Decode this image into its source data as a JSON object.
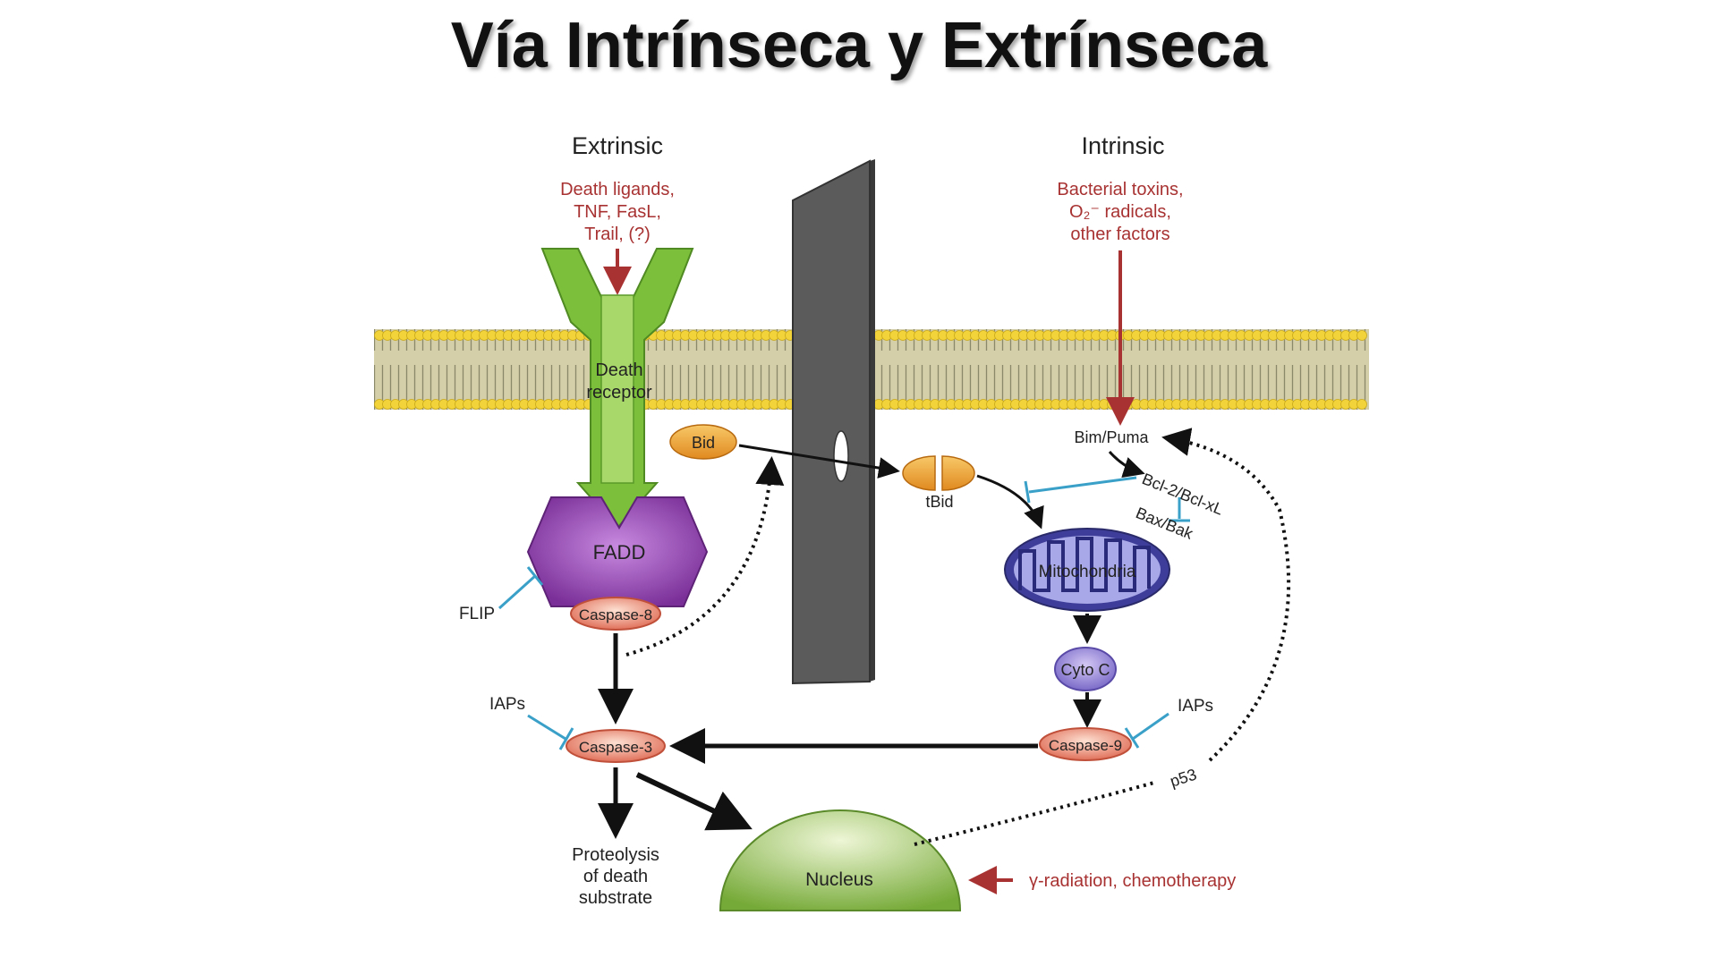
{
  "title": "Vía Intrínseca y Extrínseca",
  "colors": {
    "receptor_green": "#7cbf3a",
    "fadd_purple": "#8a3fa6",
    "caspase_orange": "#e8826a",
    "bid_orange": "#f0a030",
    "mito_blue": "#4a4aa8",
    "cytoc_purple": "#8a7ad0",
    "inhibitor_blue": "#3aa0c8",
    "stimulus_red": "#a83232",
    "membrane_yellow": "#f2d43a",
    "nucleus_green": "#8cbf4a",
    "barrier_gray": "#5a5a5a"
  },
  "diagram": {
    "extrinsic_heading": "Extrinsic",
    "intrinsic_heading": "Intrinsic",
    "extrinsic_stimulus": [
      "Death ligands,",
      "TNF, FasL,",
      "Trail, (?)"
    ],
    "intrinsic_stimulus": [
      "Bacterial toxins,",
      "O₂⁻ radicals,",
      "other factors"
    ],
    "death_receptor": [
      "Death",
      "receptor"
    ],
    "fadd": "FADD",
    "caspase8": "Caspase-8",
    "flip": "FLIP",
    "bid": "Bid",
    "tbid": "tBid",
    "bim_puma": "Bim/Puma",
    "bcl2": "Bcl-2/Bcl-xL",
    "bax_bak": "Bax/Bak",
    "mitochondria": "Mitochondria",
    "cyto_c": "Cyto C",
    "caspase9": "Caspase-9",
    "iaps_left": "IAPs",
    "iaps_right": "IAPs",
    "caspase3": "Caspase-3",
    "p53": "p53",
    "proteolysis": [
      "Proteolysis",
      "of death",
      "substrate"
    ],
    "nucleus": "Nucleus",
    "radiation": "γ-radiation, chemotherapy"
  }
}
